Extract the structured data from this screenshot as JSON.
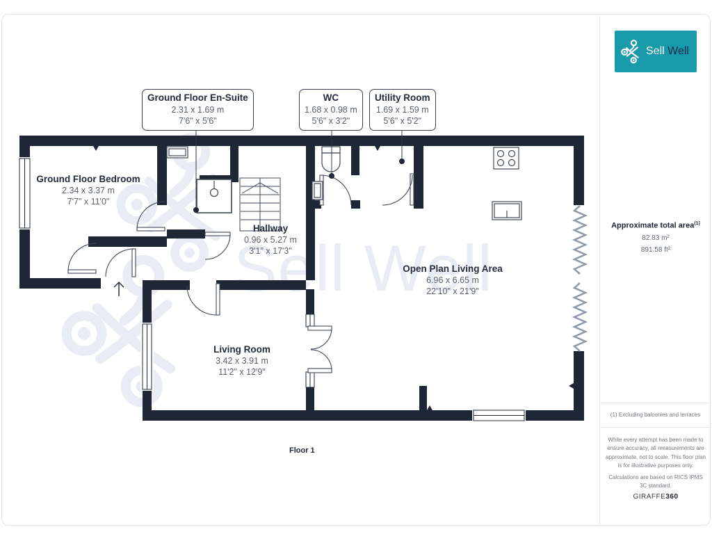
{
  "branding": {
    "logo_sell": "Sell",
    "logo_well": "Well",
    "watermark_text": "Sell Well",
    "provider": "GIRAFFE",
    "provider_suffix": "360"
  },
  "sidebar": {
    "area_title": "Approximate total area",
    "area_sup": "(1)",
    "area_metric": "82.83 m²",
    "area_imperial": "891.58 ft²",
    "footnote": "(1) Excluding balconies and terraces",
    "disclaimer": "While every attempt has been made to ensure accuracy, all measurements are approximate, not to scale. This floor plan is for illustrative purposes only.",
    "standards": "Calculations are based on RICS IPMS 3C standard."
  },
  "plan": {
    "floor_label": "Floor 1",
    "rooms": {
      "bedroom": {
        "name": "Ground Floor Bedroom",
        "metric": "2.34 x 3.37 m",
        "imperial": "7'7\" x 11'0\""
      },
      "ensuite": {
        "name": "Ground Floor En-Suite",
        "metric": "2.31 x 1.69 m",
        "imperial": "7'6\" x 5'6\""
      },
      "wc": {
        "name": "WC",
        "metric": "1.68 x 0.98 m",
        "imperial": "5'6\" x 3'2\""
      },
      "utility": {
        "name": "Utility Room",
        "metric": "1.69 x 1.59 m",
        "imperial": "5'6\" x 5'2\""
      },
      "hallway": {
        "name": "Hallway",
        "metric": "0.96 x 5.27 m",
        "imperial": "3'1\" x 17'3\""
      },
      "openplan": {
        "name": "Open Plan Living Area",
        "metric": "6.96 x 6.65 m",
        "imperial": "22'10\" x 21'9\""
      },
      "living": {
        "name": "Living Room",
        "metric": "3.42 x 3.91 m",
        "imperial": "11'2\" x 12'9\""
      }
    }
  },
  "colors": {
    "wall": "#1f2737",
    "accent_teal": "#189aab",
    "watermark": "#e9ecf4",
    "title_text": "#222a3b",
    "dimension_text": "#5a6069"
  },
  "icons": {
    "brand_mark": "swirl-knot-icon"
  }
}
